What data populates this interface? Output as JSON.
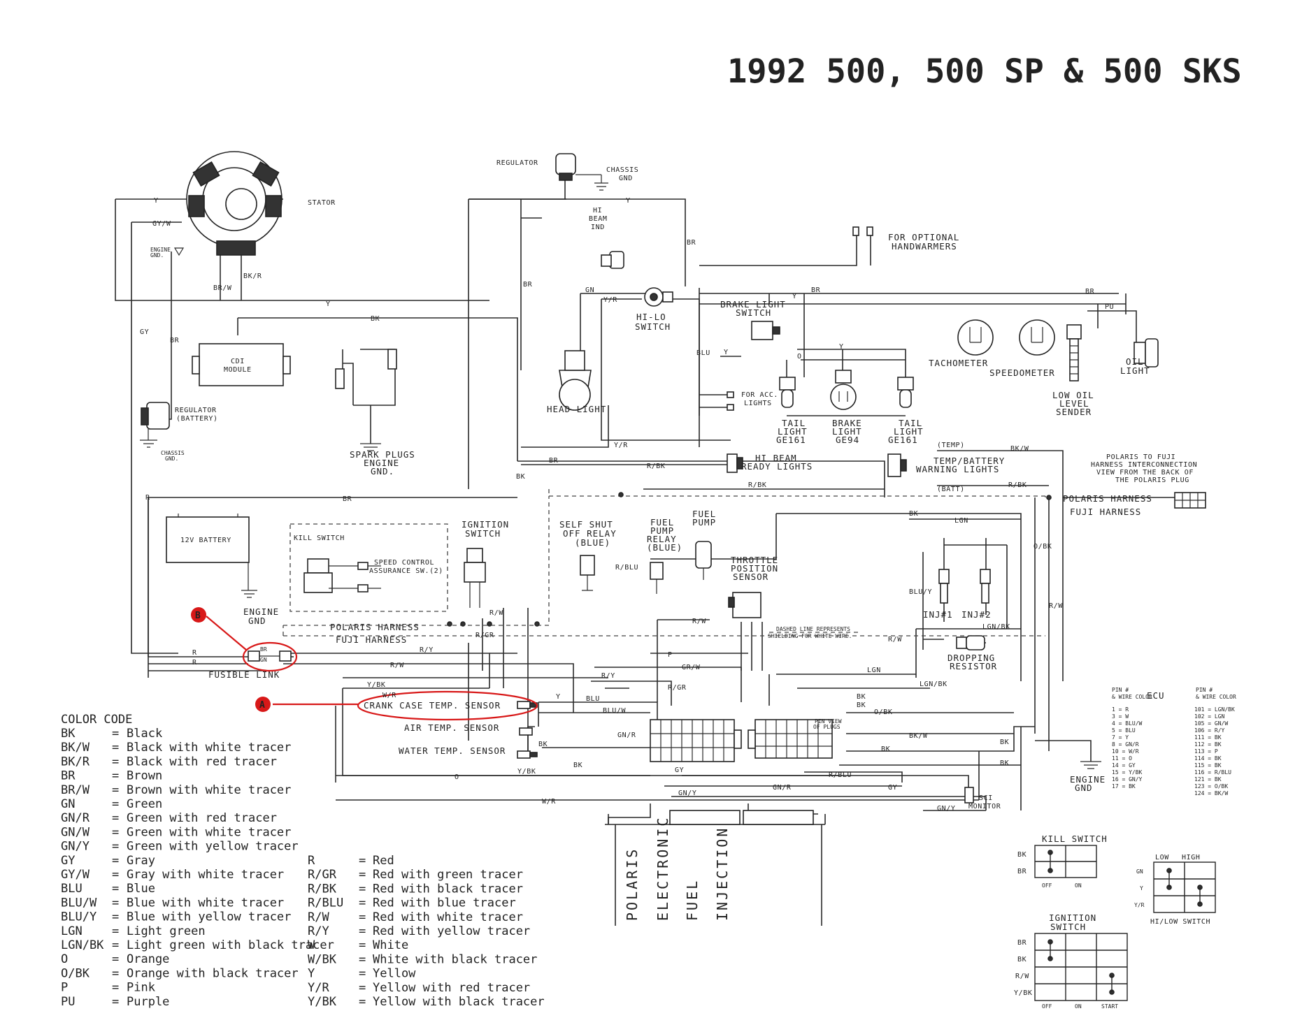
{
  "title": "1992 500, 500 SP & 500 SKS",
  "components": {
    "stator": "STATOR",
    "regulator": "REGULATOR",
    "chassis_gnd": [
      "CHASSIS",
      "GND"
    ],
    "hi_beam_ind": [
      "HI",
      "BEAM",
      "IND"
    ],
    "hi_lo_switch": [
      "HI-LO",
      "SWITCH"
    ],
    "handwarmers": [
      "FOR OPTIONAL",
      "HANDWARMERS"
    ],
    "brake_light_switch": [
      "BRAKE LIGHT",
      "SWITCH"
    ],
    "tachometer": "TACHOMETER",
    "speedometer": "SPEEDOMETER",
    "oil_light": [
      "OIL",
      "LIGHT"
    ],
    "low_oil_sender": [
      "LOW OIL",
      "LEVEL",
      "SENDER"
    ],
    "engine_gnd_top": [
      "ENGINE",
      "GND."
    ],
    "cdi_module": [
      "CDI",
      "MODULE"
    ],
    "regulator_battery": [
      "REGULATOR",
      "(BATTERY)"
    ],
    "chassis_gnd_left": [
      "CHASSIS",
      "GND."
    ],
    "spark_plugs": [
      "SPARK PLUGS",
      "ENGINE",
      "GND."
    ],
    "head_light": "HEAD LIGHT",
    "acc_lights": [
      "FOR ACC.",
      "LIGHTS"
    ],
    "tail_light_left": [
      "TAIL",
      "LIGHT",
      "GE161"
    ],
    "brake_light": [
      "BRAKE",
      "LIGHT",
      "GE94"
    ],
    "tail_light_right": [
      "TAIL",
      "LIGHT",
      "GE161"
    ],
    "hi_beam_ready": [
      "HI BEAM",
      "READY LIGHTS"
    ],
    "temp_battery": [
      "TEMP/BATTERY",
      "WARNING LIGHTS"
    ],
    "temp_tag": "(TEMP)",
    "batt_tag": "(BATT)",
    "interconnect_note": [
      "POLARIS TO FUJI",
      "HARNESS INTERCONNECTION",
      "VIEW FROM THE BACK OF",
      "THE POLARIS PLUG"
    ],
    "polaris_harness_right": "POLARIS HARNESS",
    "fuji_harness_right": "FUJI HARNESS",
    "battery": "12V BATTERY",
    "kill_switch": "KILL SWITCH",
    "speed_control": [
      "SPEED CONTROL",
      "ASSURANCE SW.(2)"
    ],
    "ignition_switch": [
      "IGNITION",
      "SWITCH"
    ],
    "self_shut_off_relay": [
      "SELF SHUT",
      "OFF RELAY",
      "(BLUE)"
    ],
    "fuel_pump_relay": [
      "FUEL",
      "PUMP",
      "RELAY",
      "(BLUE)"
    ],
    "fuel_pump": [
      "FUEL",
      "PUMP"
    ],
    "throttle_position_sensor": [
      "THROTTLE",
      "POSITION",
      "SENSOR"
    ],
    "inj1": "INJ#1",
    "inj2": "INJ#2",
    "dropping_resistor": [
      "DROPPING",
      "RESISTOR"
    ],
    "dashed_note": [
      "DASHED LINE REPRESENTS",
      "SHIELDING FOR WHITE WIRE."
    ],
    "engine_gnd_mid": [
      "ENGINE",
      "GND"
    ],
    "polaris_harness_mid": "POLARIS HARNESS",
    "fuji_harness_mid": "FUJI HARNESS",
    "fusible_link": "FUSIBLE LINK",
    "crank_case_sensor": "CRANK CASE TEMP. SENSOR",
    "air_temp_sensor": "AIR TEMP. SENSOR",
    "water_temp_sensor": "WATER TEMP. SENSOR",
    "pin_view": [
      "PIN VIEW",
      "OF PLUGS"
    ],
    "ecu": "ECU",
    "engine_gnd_right": [
      "ENGINE",
      "GND"
    ],
    "sci_monitor": [
      "SCI",
      "MONITOR"
    ],
    "efi_box": [
      "POLARIS",
      "ELECTRONIC",
      "FUEL",
      "INJECTION"
    ]
  },
  "wires": {
    "y": "Y",
    "gyw": "GY/W",
    "gy": "GY",
    "br": "BR",
    "bkr": "BK/R",
    "brw": "BR/W",
    "bk": "BK",
    "blu": "BLU",
    "gn": "GN",
    "yr": "Y/R",
    "pu": "PU",
    "o": "O",
    "bkw": "BK/W",
    "rbk": "R/BK",
    "r": "R",
    "lgn": "LGN",
    "ob": "O/BK",
    "rw": "R/W",
    "rblu": "R/BLU",
    "blu_y": "BLU/Y",
    "lgnbk": "LGN/BK",
    "rgr": "R/GR",
    "ry": "R/Y",
    "ybk": "Y/BK",
    "grw": "GR/W",
    "p": "P",
    "bluw": "BLU/W",
    "gnr": "GN/R",
    "gny": "GN/Y",
    "wr": "W/R",
    "bkw2": "BK/W"
  },
  "markers": {
    "a": "A",
    "b": "B"
  },
  "ecu_pins": {
    "header_left": [
      "PIN #",
      "& WIRE COLOR"
    ],
    "header_right": [
      "PIN #",
      "& WIRE COLOR"
    ],
    "left": [
      "1 = R",
      "3 = W",
      "4 = BLU/W",
      "5 = BLU",
      "7 = Y",
      "8 = GN/R",
      "10 = W/R",
      "11 = O",
      "14 = GY",
      "15 = Y/BK",
      "16 = GN/Y",
      "17 = BK"
    ],
    "right": [
      "101 = LGN/BK",
      "102 = LGN",
      "105 = GN/W",
      "106 = R/Y",
      "111 = BK",
      "112 = BK",
      "113 = P",
      "114 = BK",
      "115 = BK",
      "116 = R/BLU",
      "121 = BK",
      "123 = O/BK",
      "124 = BK/W"
    ]
  },
  "switch_tables": {
    "kill": {
      "title": "KILL SWITCH",
      "rows": [
        "BK",
        "BR"
      ],
      "cols": [
        "OFF",
        "ON"
      ]
    },
    "hilo": {
      "title": "HI/LOW SWITCH",
      "rows": [
        "GN",
        "Y",
        "Y/R"
      ],
      "cols": [
        "LOW",
        "HIGH"
      ]
    },
    "ignition": {
      "title": [
        "IGNITION",
        "SWITCH"
      ],
      "rows": [
        "BR",
        "BK",
        "R/W",
        "Y/BK"
      ],
      "cols": [
        "OFF",
        "ON",
        "START"
      ]
    }
  },
  "color_code": {
    "heading": "COLOR CODE",
    "left": [
      {
        "code": "BK",
        "desc": "Black"
      },
      {
        "code": "BK/W",
        "desc": "Black with white tracer"
      },
      {
        "code": "BK/R",
        "desc": "Black with red tracer"
      },
      {
        "code": "BR",
        "desc": "Brown"
      },
      {
        "code": "BR/W",
        "desc": "Brown with white tracer"
      },
      {
        "code": "GN",
        "desc": "Green"
      },
      {
        "code": "GN/R",
        "desc": "Green with red tracer"
      },
      {
        "code": "GN/W",
        "desc": "Green with white tracer"
      },
      {
        "code": "GN/Y",
        "desc": "Green with yellow tracer"
      },
      {
        "code": "GY",
        "desc": "Gray"
      },
      {
        "code": "GY/W",
        "desc": "Gray with white tracer"
      },
      {
        "code": "BLU",
        "desc": "Blue"
      },
      {
        "code": "BLU/W",
        "desc": "Blue with white tracer"
      },
      {
        "code": "BLU/Y",
        "desc": "Blue with yellow tracer"
      },
      {
        "code": "LGN",
        "desc": "Light green"
      },
      {
        "code": "LGN/BK",
        "desc": "Light green with black tracer"
      },
      {
        "code": "O",
        "desc": "Orange"
      },
      {
        "code": "O/BK",
        "desc": "Orange with black tracer"
      },
      {
        "code": "P",
        "desc": "Pink"
      },
      {
        "code": "PU",
        "desc": "Purple"
      }
    ],
    "right": [
      {
        "code": "R",
        "desc": "Red"
      },
      {
        "code": "R/GR",
        "desc": "Red  with green tracer"
      },
      {
        "code": "R/BK",
        "desc": "Red with black tracer"
      },
      {
        "code": "R/BLU",
        "desc": "Red with blue tracer"
      },
      {
        "code": "R/W",
        "desc": "Red with white tracer"
      },
      {
        "code": "R/Y",
        "desc": "Red with yellow tracer"
      },
      {
        "code": "W",
        "desc": "White"
      },
      {
        "code": "W/BK",
        "desc": "White with black tracer"
      },
      {
        "code": "Y",
        "desc": "Yellow"
      },
      {
        "code": "Y/R",
        "desc": "Yellow with red tracer"
      },
      {
        "code": "Y/BK",
        "desc": "Yellow with black tracer"
      }
    ]
  }
}
